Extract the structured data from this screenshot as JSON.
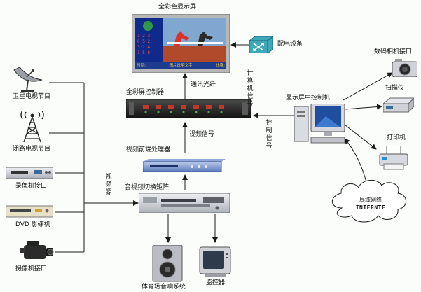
{
  "sources": {
    "satellite": "卫星电视节目",
    "cctv": "闭路电视节目",
    "vcr": "录像机接口",
    "dvd": "DVD 影碟机",
    "camcorder": "摄像机接口"
  },
  "video_source_label": "视频源",
  "display_screen": {
    "title": "全彩色显示屏",
    "scoreboard_lines": [
      "1 2 3",
      "0 5 2",
      "3:2 4",
      "1 5 8"
    ],
    "footer_left": "时间:",
    "footer_mid": "图片说明文字",
    "footer_right": "比赛:"
  },
  "distribution_equipment": "配电设备",
  "fullcolor_controller": "全彩屏控制器",
  "fiber_link": "通讯光纤",
  "video_signal": "视频信号",
  "video_processor": "视频前端处理器",
  "av_matrix": "音视频切换矩阵",
  "stadium_audio": "体育场音响系统",
  "monitor": "监控器",
  "screen_control_pc": "显示屏中控制机",
  "computer_signal": "计算机信号",
  "control_signal": "控制信号",
  "peripherals": {
    "camera": "数码相机接口",
    "scanner": "扫描仪",
    "printer": "打印机"
  },
  "network": {
    "label": "局域网络",
    "name": "INTERNTE"
  },
  "colors": {
    "line": "#1a1a1a",
    "screen_frame": "#8a8a8a",
    "screen_blue": "#1746a8",
    "cloud_fill": "#ffffff",
    "device_silver": "#c8ccd2",
    "controller_dark": "#2a2a2a"
  }
}
